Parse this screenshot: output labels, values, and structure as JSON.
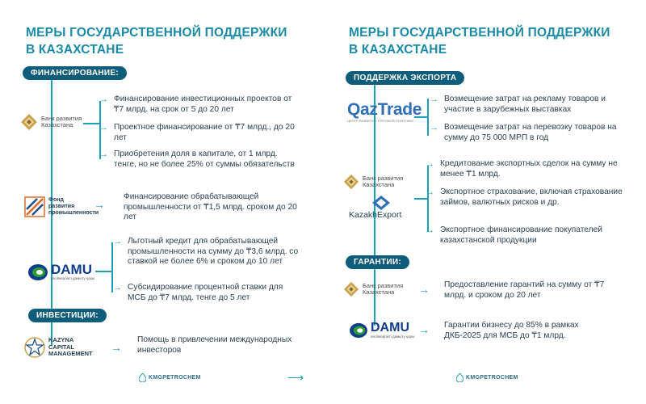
{
  "left": {
    "title_line1": "МЕРЫ ГОСУДАРСТВЕННОЙ ПОДДЕРЖКИ",
    "title_line2": "В КАЗАХСТАНЕ",
    "section_financing": "ФИНАНСИРОВАНИЕ:",
    "section_investments": "ИНВЕСТИЦИИ:",
    "bank_logo_line1": "Банк развития",
    "bank_logo_line2": "Казахстана",
    "bank_items": [
      "Финансирование инвестиционных проектов от ₸7 млрд. на срок от 5 до 20 лет",
      "Проектное финансирование от ₸7 млрд., до 20 лет",
      "Приобретения доля в капитале, от 1 млрд. тенге, но не более 25% от суммы обязательств"
    ],
    "fund_logo_line1": "Фонд",
    "fund_logo_line2": "развития",
    "fund_logo_line3": "промышленности",
    "fund_item": "Финансирование обрабатывающей промышленности от ₸1,5 млрд. сроком до 20 лет",
    "damu_logo": "DAMU",
    "damu_sub": "кәсіпкерлікті дамыту қоры",
    "damu_items": [
      "Льготный кредит для обрабатывающей промышленности на сумму до ₸3,6 млрд. со ставкой не более 6% и сроком до 10 лет",
      "Субсидирование процентной ставки для МСБ до ₸7 млрд. тенге до 5 лет"
    ],
    "kazyna_line1": "KAZYNA",
    "kazyna_line2": "CAPITAL",
    "kazyna_line3": "MANAGEMENT",
    "kazyna_item": "Помощь в привлечении международных инвесторов",
    "footer": "KMGPETROCHEM"
  },
  "right": {
    "title_line1": "МЕРЫ ГОСУДАРСТВЕННОЙ ПОДДЕРЖКИ",
    "title_line2": "В КАЗАХСТАНЕ",
    "section_export": "ПОДДЕРЖКА ЭКСПОРТА",
    "section_guarantees": "ГАРАНТИИ:",
    "qaztrade_logo": "QazTrade",
    "qaztrade_sub": "ЦЕНТР РАЗВИТИЯ ТОРГОВОЙ ПОЛИТИКИ",
    "qaztrade_items": [
      "Возмещение затрат на рекламу товаров и участие в зарубежных выставках",
      "Возмещение затрат на перевозку товаров на сумму до 75 000 МРП в год"
    ],
    "bank_logo_line1": "Банк развития",
    "bank_logo_line2": "Казахстана",
    "kazakhexport_logo": "KazakhExport",
    "export_items": [
      "Кредитование экспортных сделок на сумму не менее ₸1 млрд.",
      "Экспортное страхование, включая страхование займов, валютных рисков и др.",
      "Экспортное финансирование покупателей казахстанской продукции"
    ],
    "guarantee_bank_item": "Предоставление гарантий на сумму от ₸7 млрд. и сроком до 20 лет",
    "damu_logo": "DAMU",
    "damu_sub": "кәсіпкерлікті дамыту қоры",
    "damu_item": "Гарантии бизнесу до 85% в рамках ДКБ-2025 для МСБ до ₸1 млрд.",
    "footer": "KMGPETROCHEM"
  },
  "colors": {
    "title": "#1a8aa5",
    "pill": "#0e5e7b",
    "line": "#1aa0b8",
    "damu_blue": "#0f3d8a",
    "damu_green": "#2e9b3a",
    "qaz_blue": "#2f6fb5",
    "gold": "#b48a3c"
  }
}
